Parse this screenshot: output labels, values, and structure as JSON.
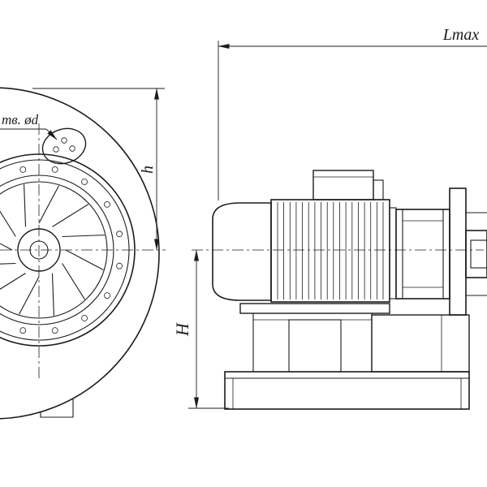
{
  "drawing": {
    "background": "#ffffff",
    "line_color": "#1c1c1c",
    "labels": {
      "length_max": "Lmax",
      "height_overall": "H",
      "height_axis": "h",
      "holes_note": "тв. ød"
    },
    "front_view": {
      "bolt_hole_count": 16,
      "blade_count": 12,
      "bracket_hole_count": 3
    },
    "side_view": {
      "fin_count": 18
    }
  }
}
